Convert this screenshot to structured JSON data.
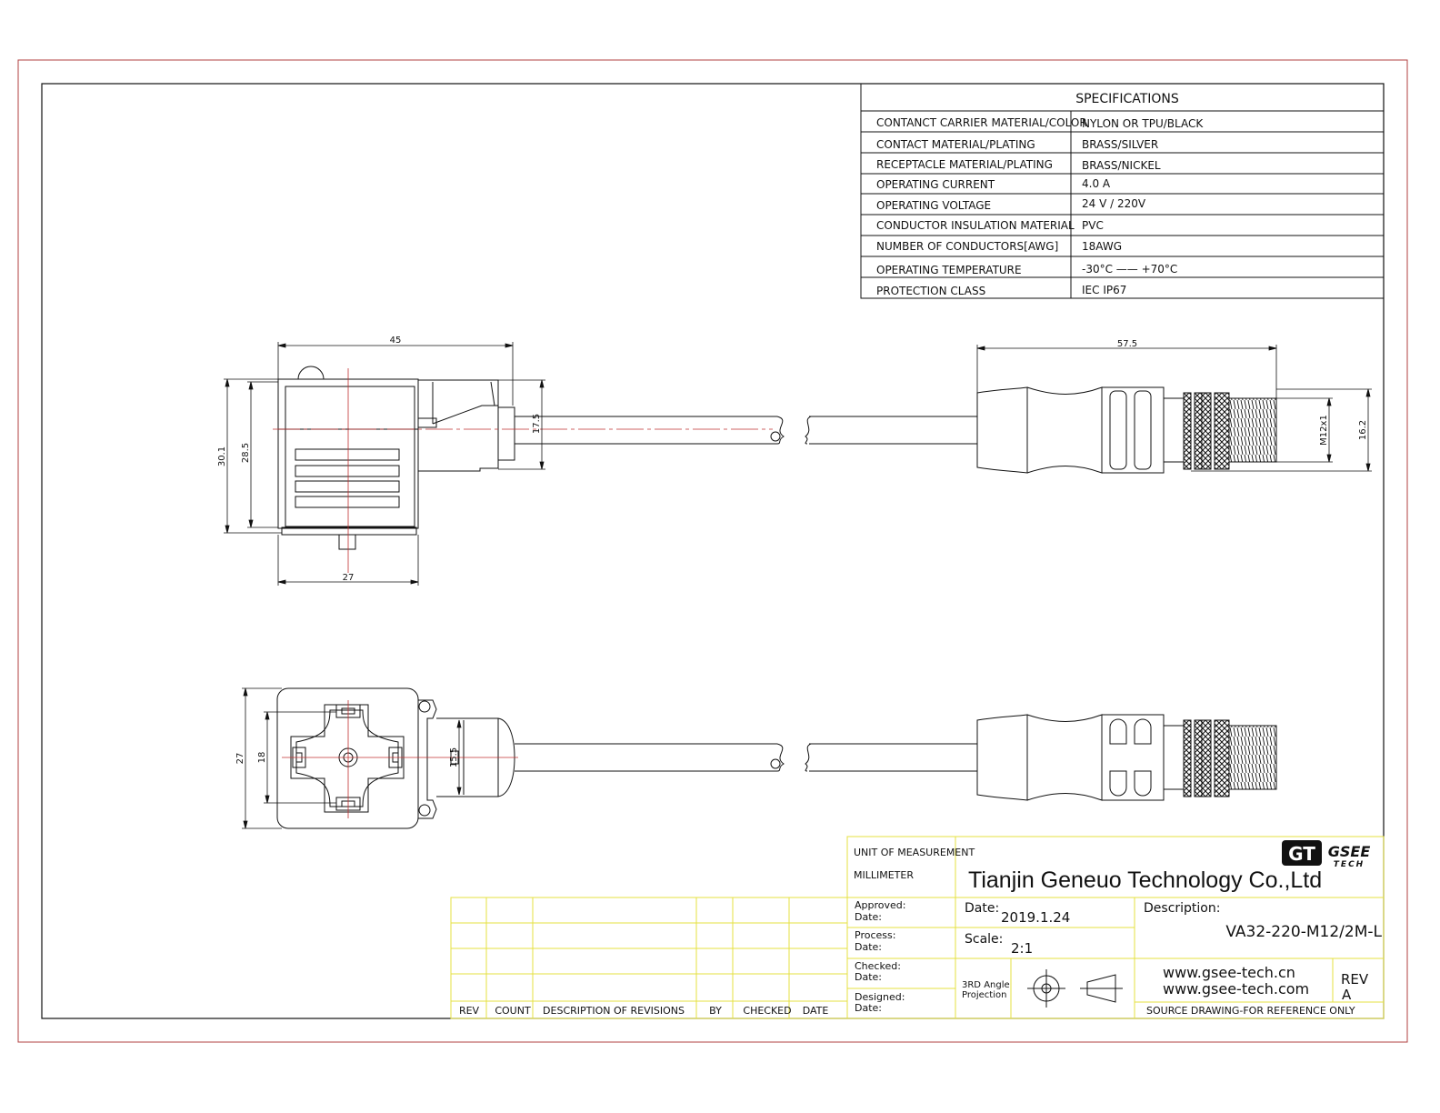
{
  "specifications": {
    "title": "SPECIFICATIONS",
    "rows": [
      {
        "label": "CONTANCT CARRIER MATERIAL/COLOR",
        "value": "NYLON OR TPU/BLACK"
      },
      {
        "label": "CONTACT MATERIAL/PLATING",
        "value": "BRASS/SILVER"
      },
      {
        "label": "RECEPTACLE MATERIAL/PLATING",
        "value": "BRASS/NICKEL"
      },
      {
        "label": "OPERATING CURRENT",
        "value": "4.0 A"
      },
      {
        "label": "OPERATING VOLTAGE",
        "value": "24 V / 220V"
      },
      {
        "label": "CONDUCTOR INSULATION MATERIAL",
        "value": "PVC"
      },
      {
        "label": "NUMBER  OF  CONDUCTORS[AWG]",
        "value": "18AWG"
      },
      {
        "label": "OPERATING TEMPERATURE",
        "value": "-30°C —— +70°C"
      },
      {
        "label": "PROTECTION CLASS",
        "value": "IEC  IP67"
      }
    ]
  },
  "dimensions": {
    "top_width": "45",
    "total_height": "30.1",
    "body_height": "28.5",
    "cable_dia": "17.5",
    "base_width": "27",
    "right_length": "57.5",
    "thread": "M12x1",
    "right_dia": "16.2",
    "front_height": "27",
    "pin_span": "18",
    "front_dia": "15.5"
  },
  "revisions": {
    "headers": [
      "REV",
      "COUNT",
      "DESCRIPTION  OF  REVISIONS",
      "BY",
      "CHECKED",
      "DATE"
    ]
  },
  "title_block": {
    "unit_label": "UNIT OF MEASUREMENT",
    "unit_value": "MILLIMETER",
    "company": "Tianjin Geneuo Technology Co.,Ltd",
    "logo_mark": "GT",
    "logo_name": "GSEE",
    "logo_sub": "TECH",
    "approved_label": "Approved:",
    "approved_date_label": "Date:",
    "date_label": "Date:",
    "date_value": "2019.1.24",
    "description_label": "Description:",
    "part_number": "VA32-220-M12/2M-L",
    "process_label": "Process:",
    "process_date_label": "Date:",
    "scale_label": "Scale:",
    "scale_value": "2:1",
    "checked_label": "Checked:",
    "checked_date_label": "Date:",
    "projection_line1": "3RD Angle",
    "projection_line2": "Projection",
    "website1": "www.gsee-tech.cn",
    "website2": "www.gsee-tech.com",
    "rev_label": "REV",
    "rev_value": "A",
    "designed_label": "Designed:",
    "designed_date_label": "Date:",
    "source_note": "SOURCE DRAWING-FOR REFERENCE ONLY"
  }
}
